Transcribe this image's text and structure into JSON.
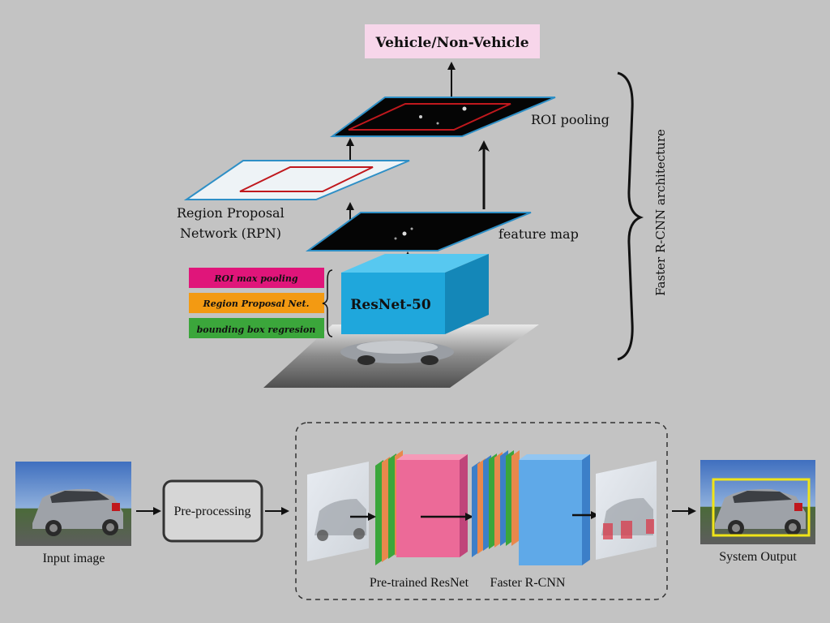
{
  "top": {
    "output_label": "Vehicle/Non-Vehicle",
    "roi_pooling_label": "ROI pooling",
    "rpn_label_line1": "Region Proposal",
    "rpn_label_line2": "Network (RPN)",
    "feature_map_label": "feature map",
    "backbone_label": "ResNet-50",
    "architecture_label": "Faster R-CNN architecture",
    "components": [
      {
        "label": "ROI max pooling",
        "color": "#e0157a"
      },
      {
        "label": "Region Proposal Net.",
        "color": "#f39a12"
      },
      {
        "label": "bounding box regresion",
        "color": "#3ba63b"
      }
    ]
  },
  "bottom": {
    "input_label": "Input image",
    "preprocess_label": "Pre-processing",
    "resnet_label": "Pre-trained ResNet",
    "frcnn_label": "Faster R-CNN",
    "output_label": "System Output"
  },
  "colors": {
    "background": "#c3c3c3",
    "output_box": "#f7d6ea",
    "cube_front": "#1fa7dc",
    "cube_top": "#57c8f0",
    "cube_side": "#1487b8",
    "plane_edge": "#2e8fc6",
    "roi_rect": "#c0181d",
    "resnet_pink": "#ec6a98",
    "frcnn_blue": "#5fa9e8",
    "detect_box": "#f0e418"
  }
}
